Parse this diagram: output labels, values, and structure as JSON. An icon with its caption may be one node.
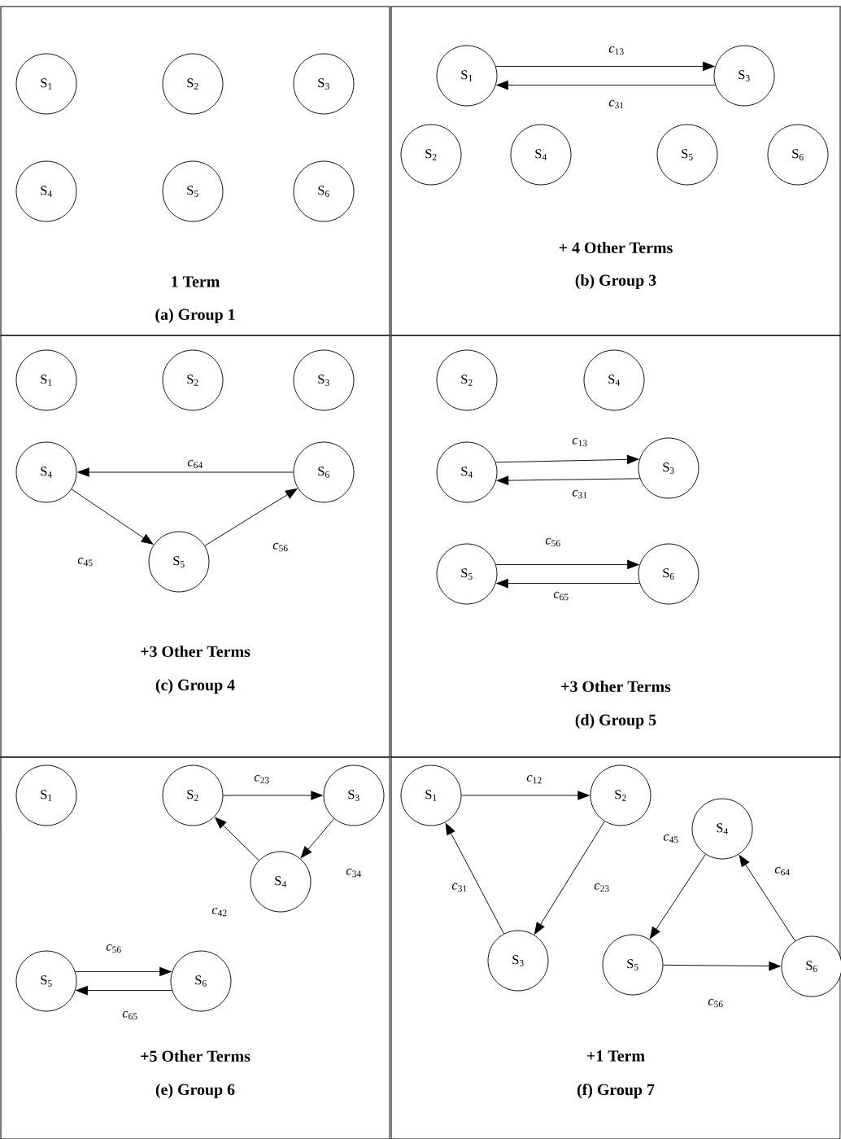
{
  "diagram": {
    "nodes": [
      {
        "text": [
          "1 Term",
          "(a) Group 1"
        ]
      },
      {
        "text": [
          "S$_{1}$"
        ],
        "in": 0
      },
      {
        "text": [
          "S$_{2}$"
        ],
        "in": 0
      },
      {
        "text": [
          "S$_{3}$"
        ],
        "in": 0
      },
      {
        "text": [
          "S$_{4}$"
        ],
        "in": 0
      },
      {
        "text": [
          "S$_{5}$"
        ],
        "in": 0
      },
      {
        "text": [
          "S$_{6}$"
        ],
        "in": 0
      },
      {
        "text": [
          "+ 4 Other Terms",
          "(b) Group 3"
        ]
      },
      {
        "text": [
          "S$_{1}$"
        ],
        "in": 7
      },
      {
        "text": [
          "S$_{3}$"
        ],
        "in": 7
      },
      {
        "text": [
          "S$_{2}$"
        ],
        "in": 7
      },
      {
        "text": [
          "S$_{4}$"
        ],
        "in": 7
      },
      {
        "text": [
          "S$_{5}$"
        ],
        "in": 7
      },
      {
        "text": [
          "S$_{6}$"
        ],
        "in": 7
      },
      {
        "text": [
          "+3 Other Terms",
          "(c) Group 4"
        ]
      },
      {
        "text": [
          "S$_{1}$"
        ],
        "in": 14
      },
      {
        "text": [
          "S$_{2}$"
        ],
        "in": 14
      },
      {
        "text": [
          "S$_{3}$"
        ],
        "in": 14
      },
      {
        "text": [
          "S$_{4}$"
        ],
        "in": 14
      },
      {
        "text": [
          "S$_{6}$"
        ],
        "in": 14
      },
      {
        "text": [
          "S$_{5}$"
        ],
        "in": 14
      },
      {
        "text": [
          "+3 Other Terms",
          "(d) Group 5"
        ]
      },
      {
        "text": [
          "S$_{2}$"
        ],
        "in": 21
      },
      {
        "text": [
          "S$_{4}$"
        ],
        "in": 21
      },
      {
        "text": [
          "S$_{4}$"
        ],
        "in": 21
      },
      {
        "text": [
          "S$_{3}$"
        ],
        "in": 21
      },
      {
        "text": [
          "S$_{5}$"
        ],
        "in": 21
      },
      {
        "text": [
          "S$_{6}$"
        ],
        "in": 21
      },
      {
        "text": [
          "+5 Other Terms",
          "(e) Group 6"
        ]
      },
      {
        "text": [
          "S$_{1}$"
        ],
        "in": 28
      },
      {
        "text": [
          "S$_{2}$"
        ],
        "in": 28
      },
      {
        "text": [
          "S$_{3}$"
        ],
        "in": 28
      },
      {
        "text": [
          "S$_{4}$"
        ],
        "in": 28
      },
      {
        "text": [
          "S$_{5}$"
        ],
        "in": 28
      },
      {
        "text": [
          "S$_{6}$"
        ],
        "in": 28
      },
      {
        "text": [
          "+1 Term",
          "(f) Group 7"
        ]
      },
      {
        "text": [
          "S$_{1}$"
        ],
        "in": 35
      },
      {
        "text": [
          "S$_{2}$"
        ],
        "in": 35
      },
      {
        "text": [
          "S$_{4}$"
        ],
        "in": 35
      },
      {
        "text": [
          "S$_{3}$"
        ],
        "in": 35
      },
      {
        "text": [
          "S$_{5}$"
        ],
        "in": 35
      },
      {
        "text": [
          "S$_{6}$"
        ],
        "in": 35
      }
    ],
    "edges": [
      {
        "from": 8,
        "to": 9,
        "arrow": "to",
        "label": "*c*$_{13}$"
      },
      {
        "from": 9,
        "to": 8,
        "arrow": "to",
        "label": "*c*$_{31}$"
      },
      {
        "from": 19,
        "to": 18,
        "arrow": "to",
        "label": "*c*$_{64}$"
      },
      {
        "from": 18,
        "to": 20,
        "arrow": "to",
        "label": "*c*$_{45}$"
      },
      {
        "from": 20,
        "to": 19,
        "arrow": "to",
        "label": "*c*$_{56}$"
      },
      {
        "from": 24,
        "to": 25,
        "arrow": "to",
        "label": "*c*$_{13}$"
      },
      {
        "from": 25,
        "to": 24,
        "arrow": "to",
        "label": "*c*$_{31}$"
      },
      {
        "from": 26,
        "to": 27,
        "arrow": "to",
        "label": "*c*$_{56}$"
      },
      {
        "from": 27,
        "to": 26,
        "arrow": "to",
        "label": "*c*$_{65}$"
      },
      {
        "from": 30,
        "to": 31,
        "arrow": "to",
        "label": "*c*$_{23}$"
      },
      {
        "from": 31,
        "to": 32,
        "arrow": "to",
        "label": "*c*$_{34}$"
      },
      {
        "from": 32,
        "to": 30,
        "arrow": "to",
        "label": "*c*$_{42}$"
      },
      {
        "from": 33,
        "to": 34,
        "arrow": "to",
        "label": "*c*$_{56}$"
      },
      {
        "from": 34,
        "to": 33,
        "arrow": "to",
        "label": "*c*$_{65}$"
      },
      {
        "from": 36,
        "to": 37,
        "arrow": "to",
        "label": "*c*$_{12}$"
      },
      {
        "from": 37,
        "to": 39,
        "arrow": "to",
        "label": "*c*$_{23}$"
      },
      {
        "from": 39,
        "to": 36,
        "arrow": "to",
        "label": "*c*$_{31}$"
      },
      {
        "from": 38,
        "to": 40,
        "arrow": "to",
        "label": "*c*$_{45}$"
      },
      {
        "from": 41,
        "to": 38,
        "arrow": "to",
        "label": "*c*$_{64}$"
      },
      {
        "from": 40,
        "to": 41,
        "arrow": "to",
        "label": "*c*$_{56}$"
      }
    ]
  }
}
